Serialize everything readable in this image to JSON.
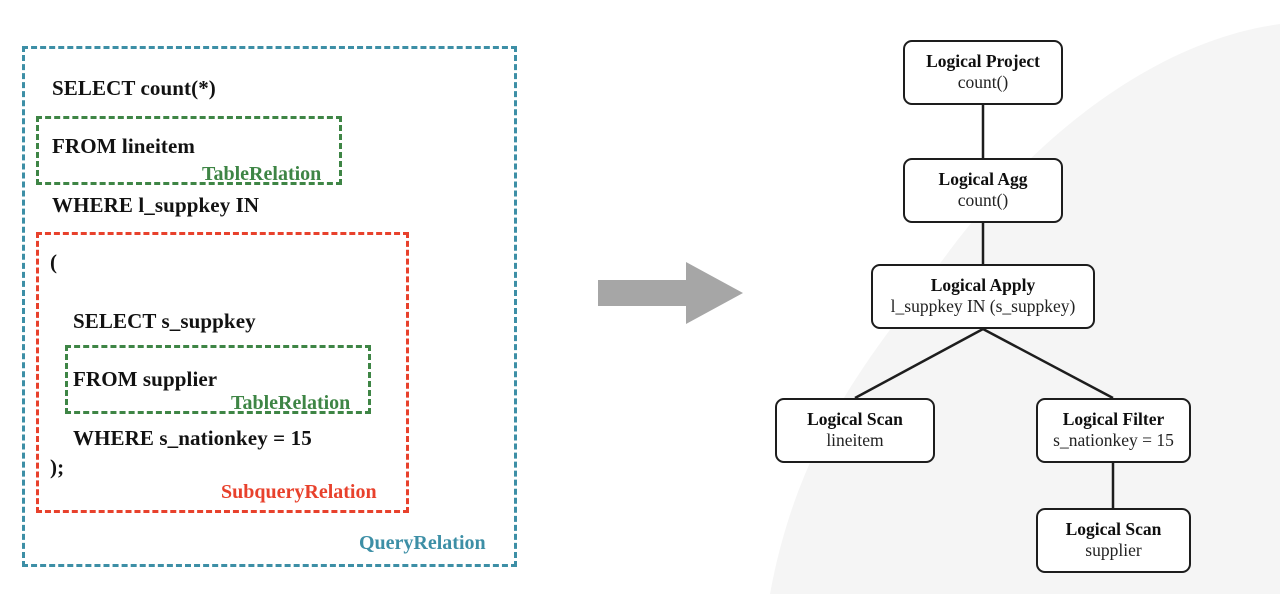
{
  "sql_panel": {
    "lines": [
      {
        "id": "l1",
        "text": "SELECT count(*)"
      },
      {
        "id": "l2",
        "text": "FROM lineitem"
      },
      {
        "id": "l3",
        "text": "WHERE l_suppkey IN"
      },
      {
        "id": "l4",
        "text": "("
      },
      {
        "id": "l5",
        "text": "SELECT s_suppkey"
      },
      {
        "id": "l6",
        "text": "FROM supplier"
      },
      {
        "id": "l7",
        "text": "WHERE s_nationkey = 15"
      },
      {
        "id": "l8",
        "text": ");"
      }
    ],
    "annotations": {
      "table_relation_1": "TableRelation",
      "table_relation_2": "TableRelation",
      "subquery_relation": "SubqueryRelation",
      "query_relation": "QueryRelation"
    },
    "colors": {
      "query_relation": "#3d8fa6",
      "subquery_relation": "#e8412c",
      "table_relation": "#3e8545",
      "text": "#121212"
    }
  },
  "arrow": {
    "label": "transforms-to",
    "color": "#a6a6a6"
  },
  "plan_tree": {
    "background_color": "#f5f5f5",
    "node_border_color": "#1d1d1d",
    "edge_color": "#1d1d1d",
    "nodes": [
      {
        "id": "logical-project",
        "title": "Logical Project",
        "sub": "count()"
      },
      {
        "id": "logical-agg",
        "title": "Logical Agg",
        "sub": "count()"
      },
      {
        "id": "logical-apply",
        "title": "Logical Apply",
        "sub": "l_suppkey IN (s_suppkey)"
      },
      {
        "id": "logical-scan-lineitem",
        "title": "Logical Scan",
        "sub": "lineitem"
      },
      {
        "id": "logical-filter",
        "title": "Logical Filter",
        "sub": "s_nationkey = 15"
      },
      {
        "id": "logical-scan-supplier",
        "title": "Logical Scan",
        "sub": "supplier"
      }
    ],
    "edges": [
      {
        "from": "logical-project",
        "to": "logical-agg"
      },
      {
        "from": "logical-agg",
        "to": "logical-apply"
      },
      {
        "from": "logical-apply",
        "to": "logical-scan-lineitem"
      },
      {
        "from": "logical-apply",
        "to": "logical-filter"
      },
      {
        "from": "logical-filter",
        "to": "logical-scan-supplier"
      }
    ]
  }
}
